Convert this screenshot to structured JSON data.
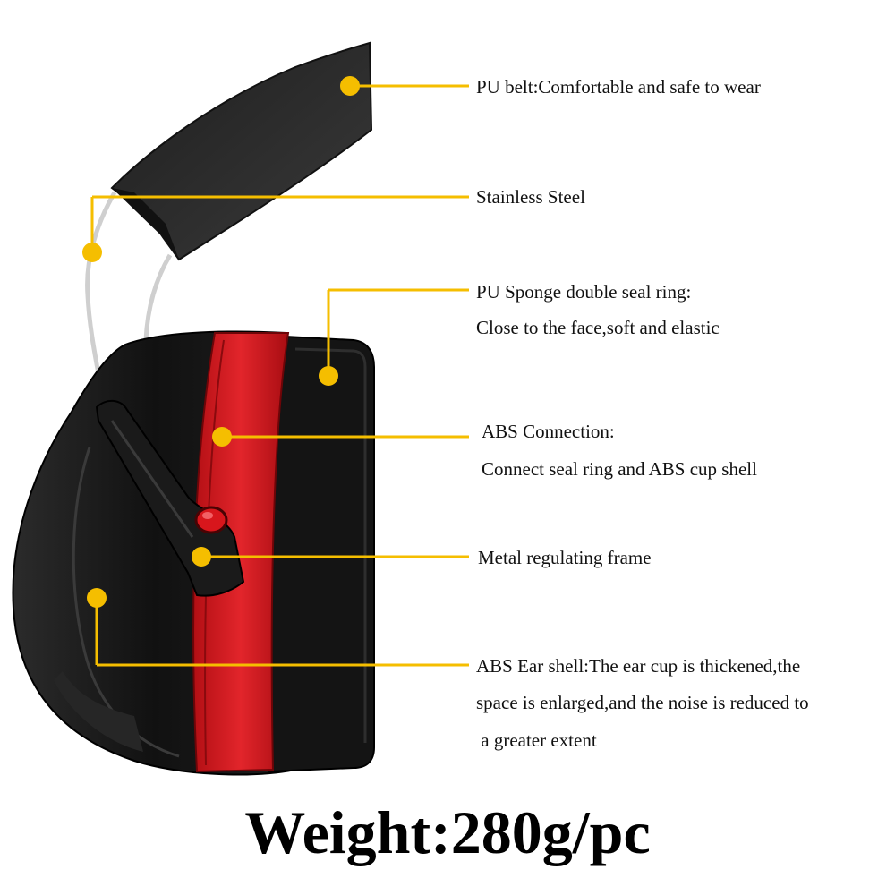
{
  "colors": {
    "callout": "#f5be00",
    "cup_black": "#151515",
    "band_red": "#d8161c",
    "headband_black": "#2a2a2a",
    "wire_silver": "#c8c8c8"
  },
  "product_icon": "earmuff-ear-cup",
  "callouts": [
    {
      "id": "pu-belt",
      "lines": [
        "PU belt:Comfortable and safe to wear"
      ]
    },
    {
      "id": "stainless-steel",
      "lines": [
        "Stainless Steel"
      ]
    },
    {
      "id": "pu-sponge",
      "lines": [
        "PU Sponge double seal ring:",
        "Close to the face,soft and elastic"
      ]
    },
    {
      "id": "abs-connection",
      "lines": [
        "ABS Connection:",
        "Connect seal ring and ABS cup shell"
      ]
    },
    {
      "id": "metal-frame",
      "lines": [
        "Metal regulating frame"
      ]
    },
    {
      "id": "abs-ear-shell",
      "lines": [
        "ABS Ear shell:The ear cup is thickened,the",
        "space is enlarged,and the noise is reduced to",
        " a greater extent"
      ]
    }
  ],
  "weight": "Weight:280g/pc"
}
